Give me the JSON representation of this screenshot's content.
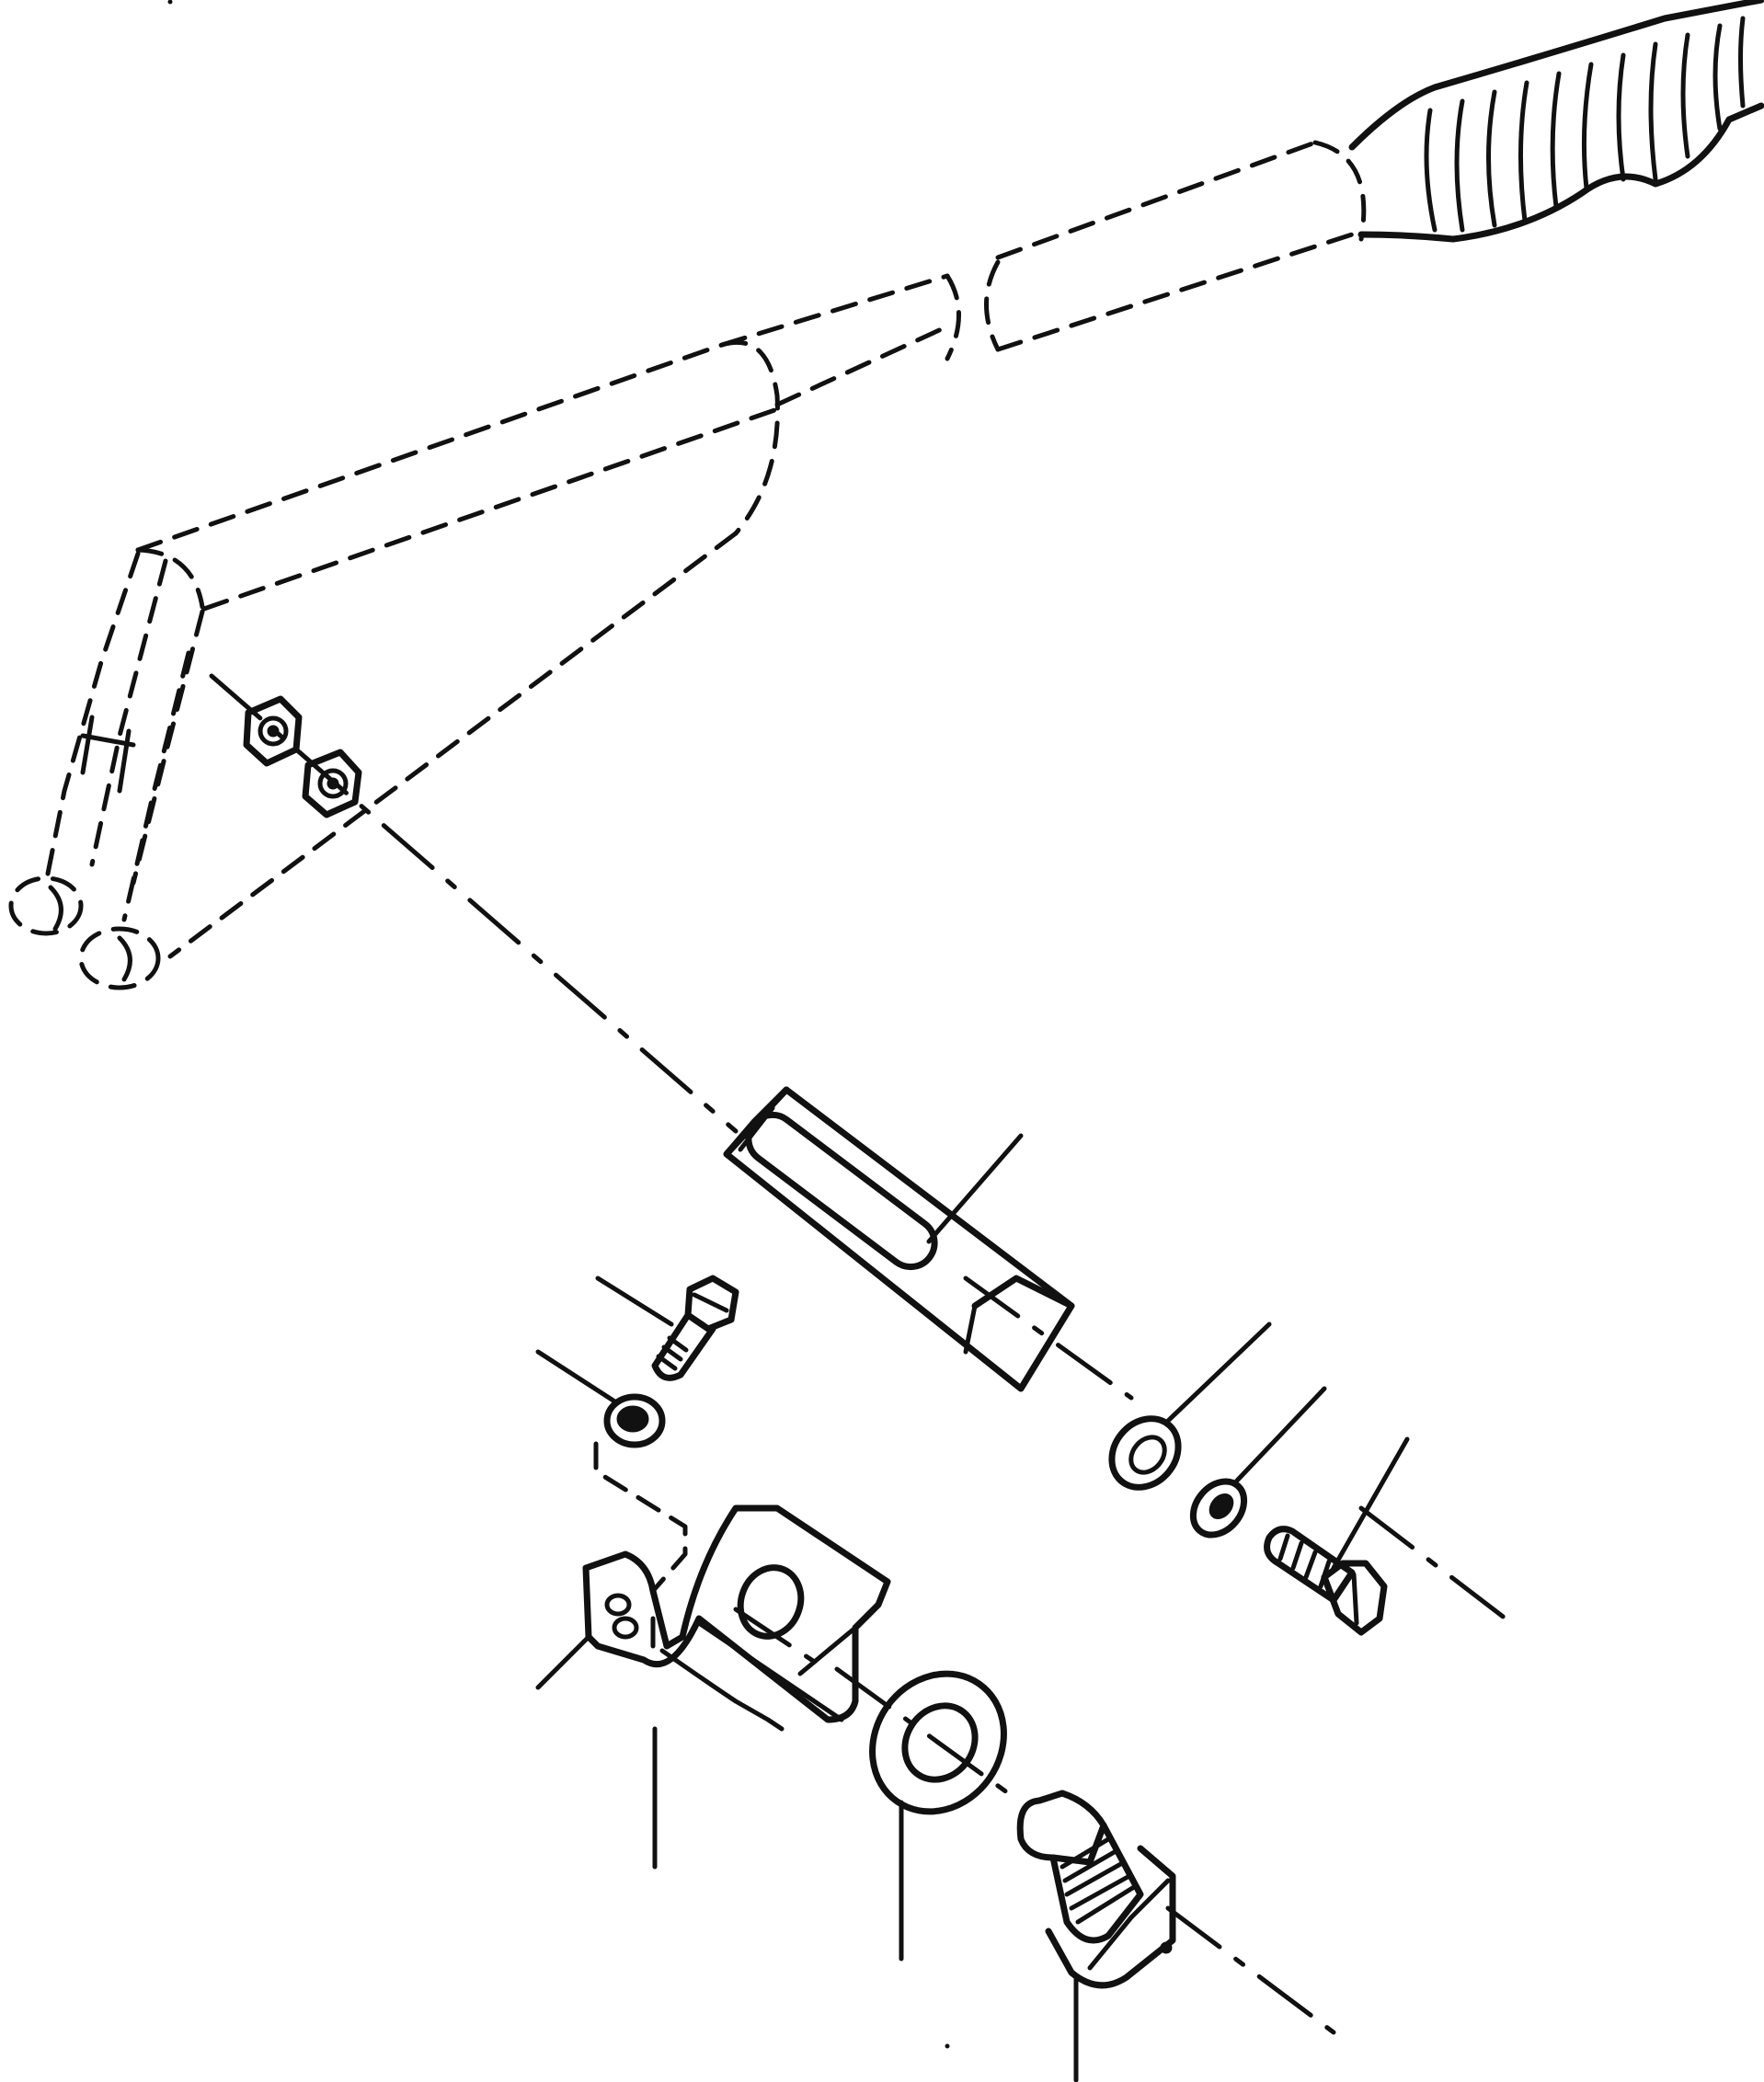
{
  "figure": {
    "text_labels": [],
    "colors": {
      "ink": "#111111",
      "paper": "#ffffff"
    },
    "parts": [
      "hand-brake-lever-phantom",
      "lever-grip",
      "nut-1",
      "nut-2",
      "sleeve-slotted",
      "bolt-small",
      "washer-small",
      "washer-flat",
      "lock-washer",
      "bolt-long",
      "mounting-bracket",
      "spacer-ring",
      "brake-light-switch"
    ]
  }
}
